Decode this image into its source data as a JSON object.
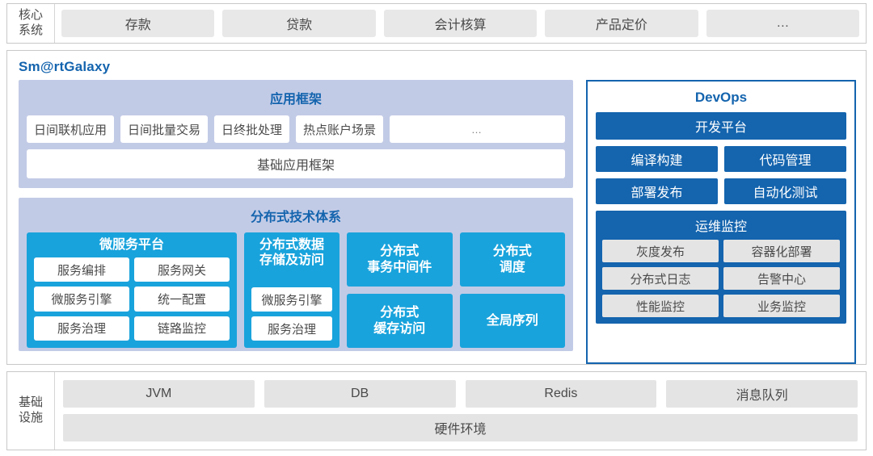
{
  "core": {
    "label_line1": "核心",
    "label_line2": "系统",
    "items": [
      {
        "label": "存款"
      },
      {
        "label": "贷款"
      },
      {
        "label": "会计核算"
      },
      {
        "label": "产品定价"
      },
      {
        "label": "…"
      }
    ]
  },
  "galaxy": {
    "title": "Sm@rtGalaxy",
    "app_framework": {
      "title": "应用框架",
      "chips": [
        {
          "label": "日间联机应用"
        },
        {
          "label": "日间批量交易"
        },
        {
          "label": "日终批处理"
        },
        {
          "label": "热点账户场景"
        },
        {
          "label": "…"
        }
      ],
      "base": "基础应用框架"
    },
    "distributed": {
      "title": "分布式技术体系",
      "microservice": {
        "title": "微服务平台",
        "items": [
          {
            "label": "服务编排"
          },
          {
            "label": "服务网关"
          },
          {
            "label": "微服务引擎"
          },
          {
            "label": "统一配置"
          },
          {
            "label": "服务治理"
          },
          {
            "label": "链路监控"
          }
        ]
      },
      "data_store": {
        "title_line1": "分布式数据",
        "title_line2": "存储及访问",
        "items": [
          {
            "label": "微服务引擎"
          },
          {
            "label": "服务治理"
          }
        ]
      },
      "column3": [
        {
          "line1": "分布式",
          "line2": "事务中间件"
        },
        {
          "line1": "分布式",
          "line2": "缓存访问"
        }
      ],
      "column4": [
        {
          "line1": "分布式",
          "line2": "调度"
        },
        {
          "line1": "全局序列",
          "line2": ""
        }
      ]
    }
  },
  "devops": {
    "title": "DevOps",
    "platform": "开发平台",
    "grid": [
      {
        "label": "编译构建"
      },
      {
        "label": "代码管理"
      },
      {
        "label": "部署发布"
      },
      {
        "label": "自动化测试"
      }
    ],
    "ops": {
      "title": "运维监控",
      "items": [
        {
          "label": "灰度发布"
        },
        {
          "label": "容器化部署"
        },
        {
          "label": "分布式日志"
        },
        {
          "label": "告警中心"
        },
        {
          "label": "性能监控"
        },
        {
          "label": "业务监控"
        }
      ]
    }
  },
  "infra": {
    "label_line1": "基础",
    "label_line2": "设施",
    "items": [
      {
        "label": "JVM"
      },
      {
        "label": "DB"
      },
      {
        "label": "Redis"
      },
      {
        "label": "消息队列"
      }
    ],
    "hardware": "硬件环境"
  },
  "colors": {
    "brand_blue": "#1464ae",
    "cyan": "#19a3dc",
    "band_lavender": "#c2cbe6",
    "gray_chip": "#e4e4e4"
  }
}
